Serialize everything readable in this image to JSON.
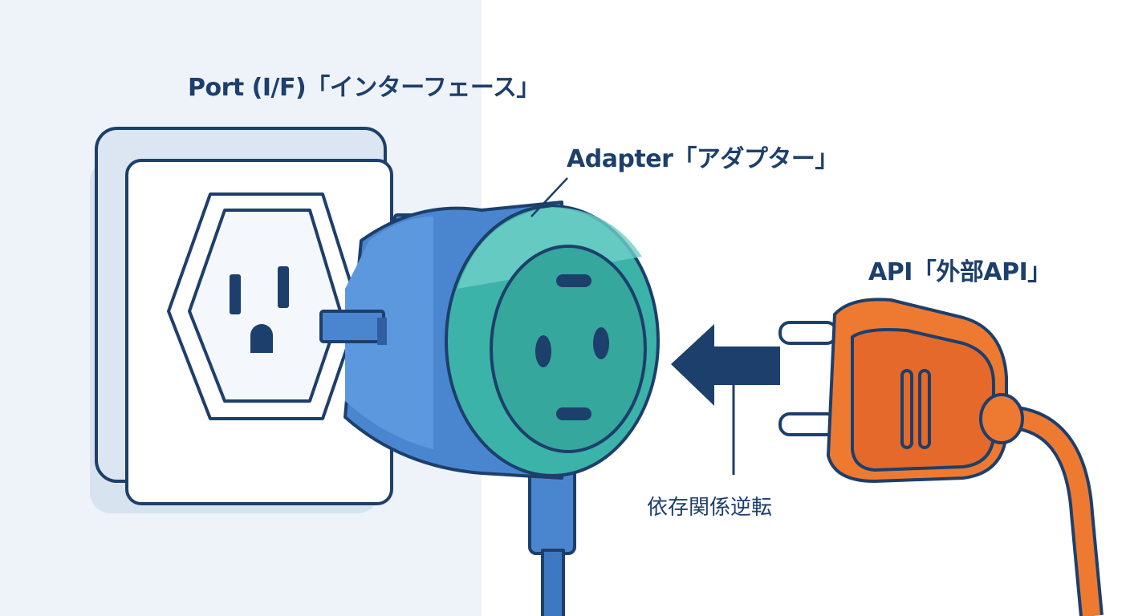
{
  "labels": {
    "port": "Port (I/F)「インターフェース」",
    "adapter": "Adapter「アダプター」",
    "api": "API「外部API」",
    "dependency_inversion": "依存関係逆転"
  },
  "colors": {
    "wall_background": "#eef3f9",
    "outline": "#1d3f6b",
    "adapter_blue": "#4a86d0",
    "adapter_teal": "#3cb3a9",
    "plug_orange": "#ee7a32",
    "arrow": "#1d3f6b"
  },
  "icons": {
    "port": "wall-outlet-icon",
    "adapter": "plug-adapter-icon",
    "api": "power-plug-icon",
    "arrow": "arrow-left-icon"
  }
}
